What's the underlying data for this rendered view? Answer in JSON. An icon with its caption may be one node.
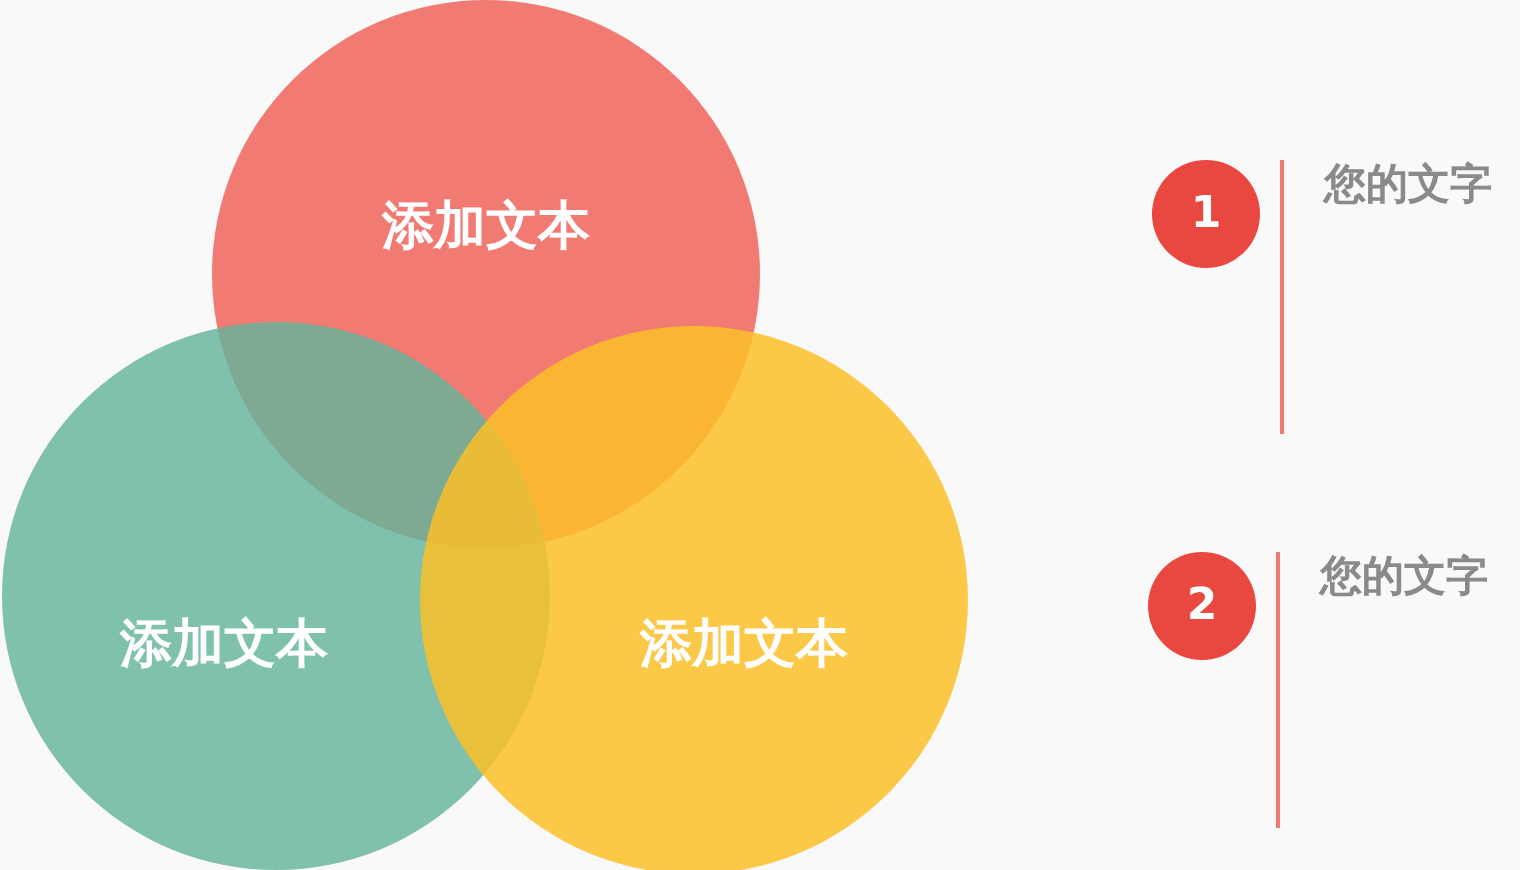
{
  "diagram": {
    "nodes": [
      {
        "text": [
          "添加文本"
        ]
      },
      {
        "text": [
          "添加文本"
        ]
      },
      {
        "text": [
          "添加文本"
        ]
      },
      {
        "text": [
          "1"
        ]
      },
      {
        "text": [
          "2"
        ]
      }
    ],
    "labels": [
      "您的文字",
      "您的文字"
    ]
  }
}
